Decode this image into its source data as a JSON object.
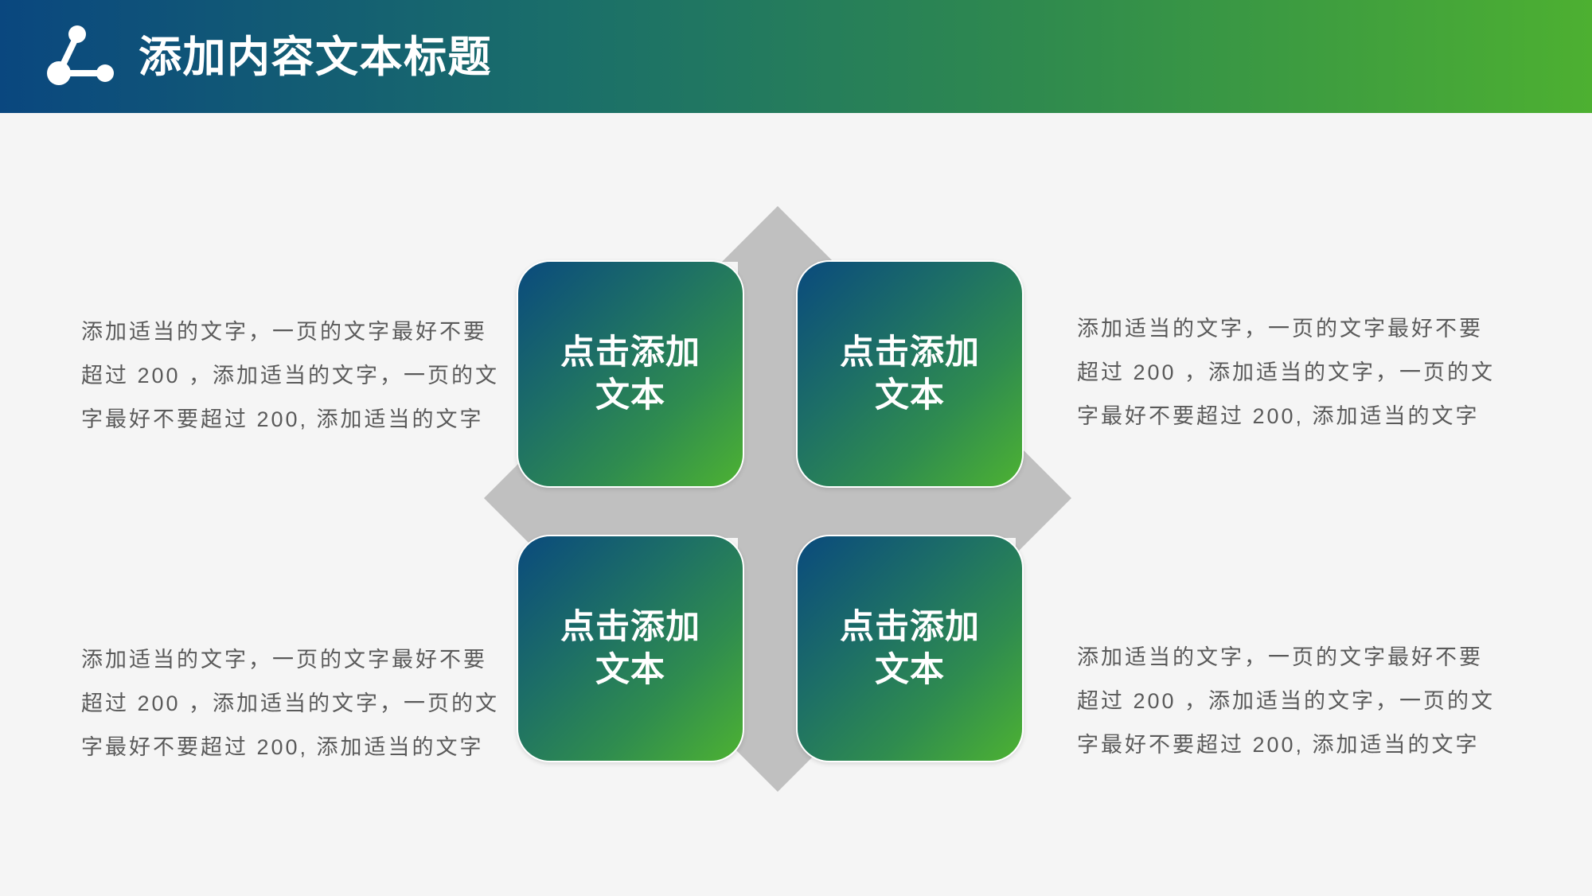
{
  "header": {
    "title": "添加内容文本标题",
    "icon": "molecule-icon"
  },
  "colors": {
    "background": "#f5f5f5",
    "header_start": "#0a477f",
    "header_end": "#4db031",
    "box_start": "#0a4a7d",
    "box_end": "#4db232",
    "cross": "#c0c0c0",
    "body_text": "#5a5a5a"
  },
  "boxes": [
    {
      "line1": "点击添加",
      "line2": "文本"
    },
    {
      "line1": "点击添加",
      "line2": "文本"
    },
    {
      "line1": "点击添加",
      "line2": "文本"
    },
    {
      "line1": "点击添加",
      "line2": "文本"
    }
  ],
  "paragraphs": [
    {
      "lines": [
        "添加适当的文字，一页的文字最好不要",
        "超过 200 ，添加适当的文字，一页的文",
        "字最好不要超过 200, 添加适当的文字"
      ]
    },
    {
      "lines": [
        "添加适当的文字，一页的文字最好不要",
        "超过 200 ，添加适当的文字，一页的文",
        "字最好不要超过 200, 添加适当的文字"
      ]
    },
    {
      "lines": [
        "添加适当的文字，一页的文字最好不要",
        "超过 200 ，添加适当的文字，一页的文",
        "字最好不要超过 200, 添加适当的文字"
      ]
    },
    {
      "lines": [
        "添加适当的文字，一页的文字最好不要",
        "超过 200 ，添加适当的文字，一页的文",
        "字最好不要超过 200, 添加适当的文字"
      ]
    }
  ]
}
